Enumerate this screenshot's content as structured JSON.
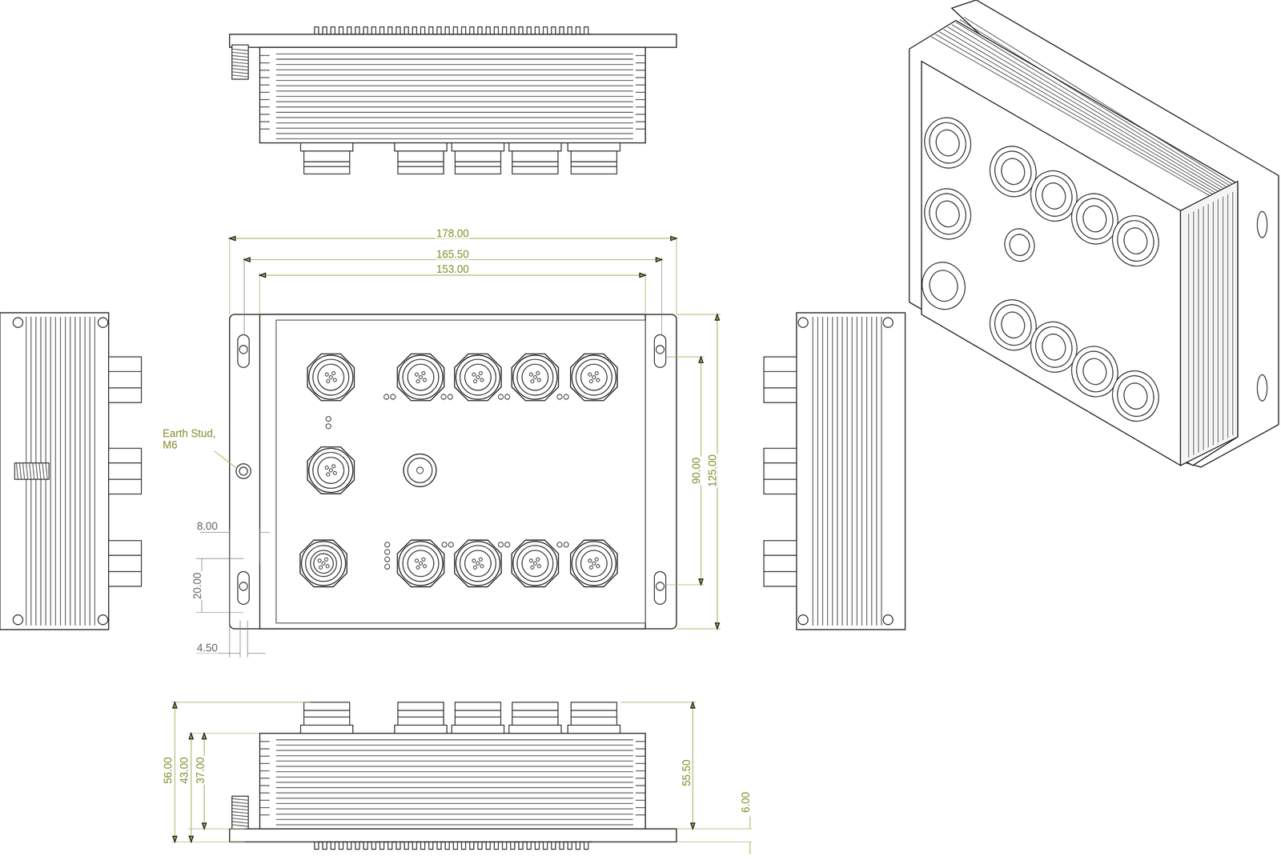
{
  "diagram": {
    "labels": [
      "178.00",
      "165.50",
      "153.00",
      "Earth Stud, M6",
      "8.00",
      "20.00",
      "4.50",
      "90.00",
      "125.00",
      "56.00",
      "43.00",
      "37.00",
      "55.50",
      "6.00"
    ]
  }
}
